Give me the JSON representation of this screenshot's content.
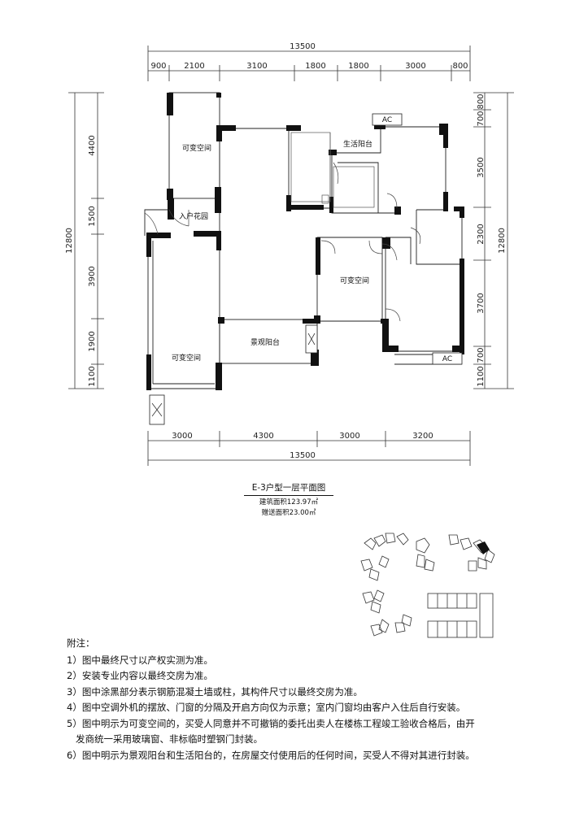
{
  "dimensions": {
    "top_total": "13500",
    "top_segments": [
      "900",
      "2100",
      "3100",
      "1800",
      "1800",
      "3000",
      "800"
    ],
    "bottom_total": "13500",
    "bottom_segments": [
      "3000",
      "4300",
      "3000",
      "3200"
    ],
    "left_total": "12800",
    "left_segments": [
      "4400",
      "1500",
      "3900",
      "1900",
      "1100"
    ],
    "right_total": "12800",
    "right_segments": [
      "800",
      "700",
      "3500",
      "2300",
      "3700",
      "700",
      "1100"
    ]
  },
  "rooms": {
    "flex_space_upper_left": "可变空间",
    "living_balcony": "生活阳台",
    "entrance_garden": "入户花园",
    "flex_space_middle": "可变空间",
    "view_balcony": "景观阳台",
    "flex_space_lower_left": "可变空间",
    "ac_unit_label": "AC"
  },
  "plan_title": "E-3户型一层平面图",
  "area_info": {
    "built_area": "建筑面积123.97㎡",
    "gift_area": "赠送面积23.00㎡"
  },
  "notes": {
    "heading": "附注：",
    "items": [
      "1）图中最终尺寸以产权实测为准。",
      "2）安装专业内容以最终交房为准。",
      "3）图中涂黑部分表示钢筋混凝土墙或柱，其构件尺寸以最终交房为准。",
      "4）图中空调外机的摆放、门窗的分隔及开启方向仅为示意；室内门窗均由客户入住后自行安装。",
      "5）图中明示为可变空间的，买受人同意并不可撤销的委托出卖人在楼栋工程竣工验收合格后，由开",
      "   发商统一采用玻璃窗、非标临时塑钢门封装。",
      "6）图中明示为景观阳台和生活阳台的，在房屋交付使用后的任何时间，买受人不得对其进行封装。"
    ]
  },
  "colors": {
    "wall": "#111111",
    "line": "#333333",
    "site_highlight": "#111111",
    "background": "#ffffff"
  }
}
